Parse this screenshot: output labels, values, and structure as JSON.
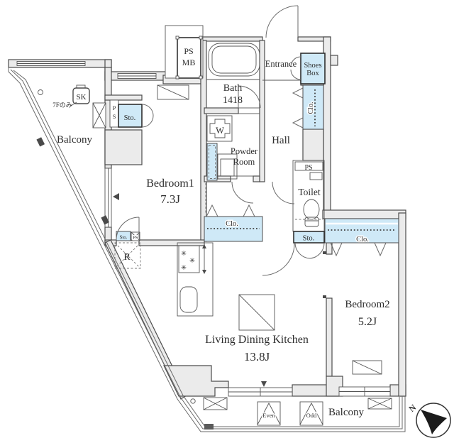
{
  "colors": {
    "closet_fill": "#cfe9f7",
    "wall_fill": "#ebebeb",
    "wall_stroke": "#4c4c4c",
    "needle": "#1b1b1b"
  },
  "rooms": {
    "balcony_top": {
      "label": "Balcony"
    },
    "bedroom1": {
      "label": "Bedroom1",
      "size": "7.3J"
    },
    "bath": {
      "label": "Bath",
      "size": "1418"
    },
    "powder_room": {
      "line1": "Powder",
      "line2": "Room"
    },
    "entrance": {
      "label": "Entrance"
    },
    "hall": {
      "label": "Hall"
    },
    "toilet": {
      "label": "Toilet"
    },
    "bedroom2": {
      "label": "Bedroom2",
      "size": "5.2J"
    },
    "ldk": {
      "label": "Living Dining Kitchen",
      "size": "13.8J"
    },
    "balcony_bottom": {
      "label": "Balcony"
    }
  },
  "fixtures": {
    "shoes_box": {
      "line1": "Shoes",
      "line2": "Box"
    },
    "ps_mb": {
      "line1": "PS",
      "line2": "MB"
    },
    "sk": "SK",
    "floor_note": "7Fのみ",
    "pipe_space_vertical": {
      "line1": "P",
      "line2": "S"
    },
    "storage_bedroom1": "Sto.",
    "closet_hall": "Clo.",
    "pipe_space_toilet": "PS",
    "storage_toilet": "Sto.",
    "closet_bedroom1": "Clo.",
    "closet_bedroom2": "Clo.",
    "storage_small": "Sto.",
    "pipe_space_small": "PS",
    "refrigerator": "R",
    "washer": "W",
    "burner_icon": "✳",
    "hatch_even": "Even",
    "hatch_odd": "Odd",
    "compass_north": "N"
  }
}
